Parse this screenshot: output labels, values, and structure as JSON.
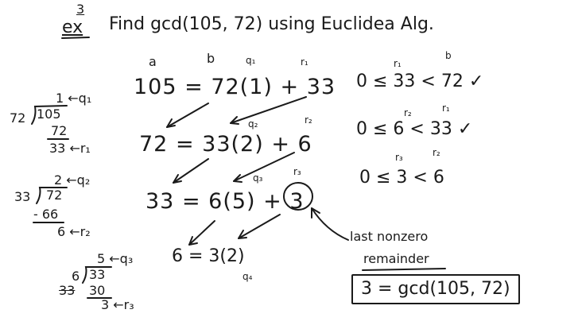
{
  "title": {
    "ex_label": "ex",
    "ex_number": "3",
    "text": "Find gcd(105, 72)  using Euclidea Alg."
  },
  "column_labels": {
    "a": "a",
    "b": "b",
    "q1": "q₁",
    "r1": "r₁"
  },
  "equations": {
    "eq1": "105 = 72(1) + 33",
    "eq2": "72 = 33(2) + 6",
    "eq3": "33 = 6(5) + 3",
    "eq4": "6 = 3(2)"
  },
  "superscripts": {
    "eq2_q": "q₂",
    "eq2_r": "r₂",
    "eq3_q": "q₃",
    "eq3_r": "r₃",
    "eq4_q": "q₄"
  },
  "checks": {
    "c1": "0 ≤ 33 < 72 ✓",
    "c1_r": "r₁",
    "c1_b": "b",
    "c2": "0 ≤ 6 < 33 ✓",
    "c2_r2": "r₂",
    "c2_r1": "r₁",
    "c3": "0 ≤ 3 < 6",
    "c3_r3": "r₃",
    "c3_r2": "r₂"
  },
  "long_division": [
    {
      "quotient": "1 ←q₁",
      "divisor": "72",
      "dividend": "105",
      "subtract": "72",
      "remainder": "33 ←r₁"
    },
    {
      "quotient": "2 ←q₂",
      "divisor": "33",
      "dividend": "72",
      "subtract": "- 66",
      "remainder": "6 ←r₂"
    },
    {
      "quotient": "5 ←q₃",
      "divisor": "6",
      "dividend": "33",
      "subtract": "30",
      "remainder": "3 ←r₃",
      "scratch": "33"
    }
  ],
  "annotation": {
    "line1": "last nonzero",
    "line2": "remainder"
  },
  "result": "3 = gcd(105, 72)"
}
